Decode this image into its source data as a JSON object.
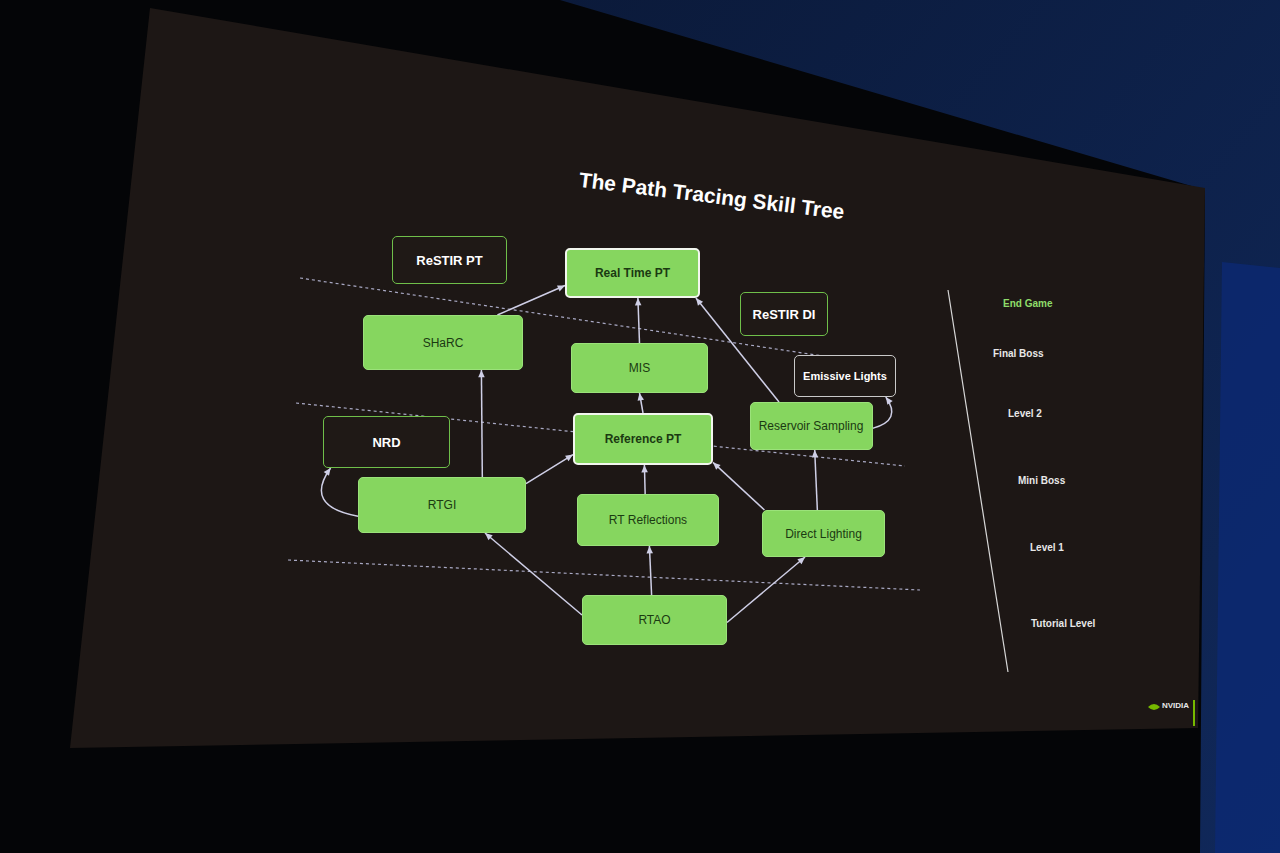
{
  "diagram": {
    "title": "The Path Tracing Skill Tree",
    "nodes": [
      {
        "text": [
          "ReSTIR PT"
        ]
      },
      {
        "text": [
          "Real Time PT"
        ]
      },
      {
        "text": [
          "ReSTIR DI"
        ]
      },
      {
        "text": [
          "SHaRC"
        ]
      },
      {
        "text": [
          "MIS"
        ]
      },
      {
        "text": [
          "Emissive Lights"
        ]
      },
      {
        "text": [
          "Reservoir Sampling"
        ]
      },
      {
        "text": [
          "NRD"
        ]
      },
      {
        "text": [
          "Reference PT"
        ]
      },
      {
        "text": [
          "RTGI"
        ]
      },
      {
        "text": [
          "RT Reflections"
        ]
      },
      {
        "text": [
          "Direct Lighting"
        ]
      },
      {
        "text": [
          "RTAO"
        ]
      }
    ],
    "edges": [
      {
        "from": 12,
        "to": 9,
        "arrow": "to"
      },
      {
        "from": 12,
        "to": 10,
        "arrow": "to"
      },
      {
        "from": 12,
        "to": 11,
        "arrow": "to"
      },
      {
        "from": 9,
        "to": 7,
        "arrow": "to"
      },
      {
        "from": 9,
        "to": 3,
        "arrow": "to"
      },
      {
        "from": 9,
        "to": 8,
        "arrow": "to"
      },
      {
        "from": 10,
        "to": 8,
        "arrow": "to"
      },
      {
        "from": 11,
        "to": 8,
        "arrow": "to"
      },
      {
        "from": 11,
        "to": 6,
        "arrow": "to"
      },
      {
        "from": 6,
        "to": 5,
        "arrow": "to"
      },
      {
        "from": 8,
        "to": 4,
        "arrow": "to"
      },
      {
        "from": 4,
        "to": 1,
        "arrow": "to"
      },
      {
        "from": 3,
        "to": 1,
        "arrow": "to"
      },
      {
        "from": 6,
        "to": 1,
        "arrow": "to"
      }
    ],
    "labels": [
      "End Game",
      "Final Boss",
      "Level 2",
      "Mini Boss",
      "Level 1",
      "Tutorial Level",
      "NVIDIA"
    ]
  }
}
